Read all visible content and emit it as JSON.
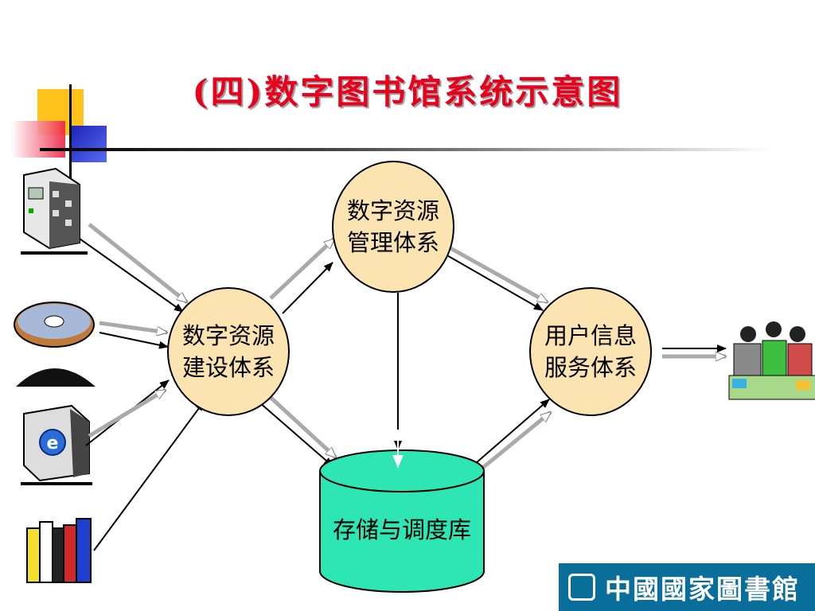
{
  "title": "(四)数字图书馆系统示意图",
  "nodes": {
    "management": [
      "数字资源",
      "管理体系"
    ],
    "construction": [
      "数字资源",
      "建设体系"
    ],
    "service": [
      "用户信息",
      "服务体系"
    ],
    "storage": "存储与调度库"
  },
  "sources": {
    "icons": [
      "server-icon",
      "cd-disc-icon",
      "ie-computer-icon",
      "books-icon"
    ]
  },
  "users_icon": "users-group-icon",
  "logo": {
    "text": "中國國家圖書館",
    "brand_color": "#0a6e9a"
  },
  "colors": {
    "title": "#e8001c",
    "node_fill": "#fbe3b2",
    "storage_fill": "#2ee6b4",
    "deco_yellow": "#ffc21a",
    "deco_blue": "#2233cc",
    "deco_red": "#ee2244"
  }
}
